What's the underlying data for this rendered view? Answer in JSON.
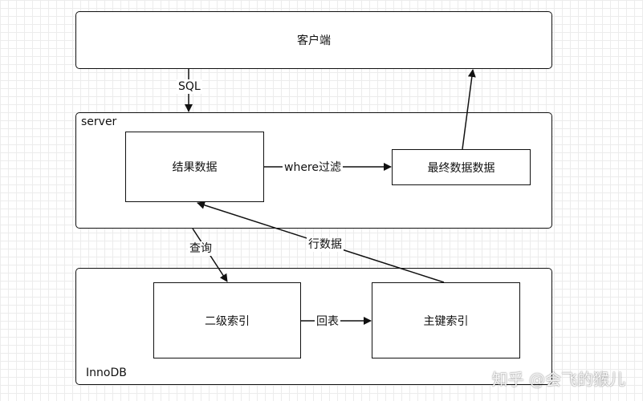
{
  "client": {
    "label": "客户端"
  },
  "server": {
    "label": "server",
    "result_data": "结果数据",
    "final_data": "最终数据数据"
  },
  "innodb": {
    "label": "InnoDB",
    "secondary_index": "二级索引",
    "primary_index": "主键索引"
  },
  "edges": {
    "sql": "SQL",
    "where_filter": "where过滤",
    "query": "查询",
    "row_data": "行数据",
    "back_to_table": "回表"
  },
  "watermark": "知乎 @会飞的猴儿"
}
